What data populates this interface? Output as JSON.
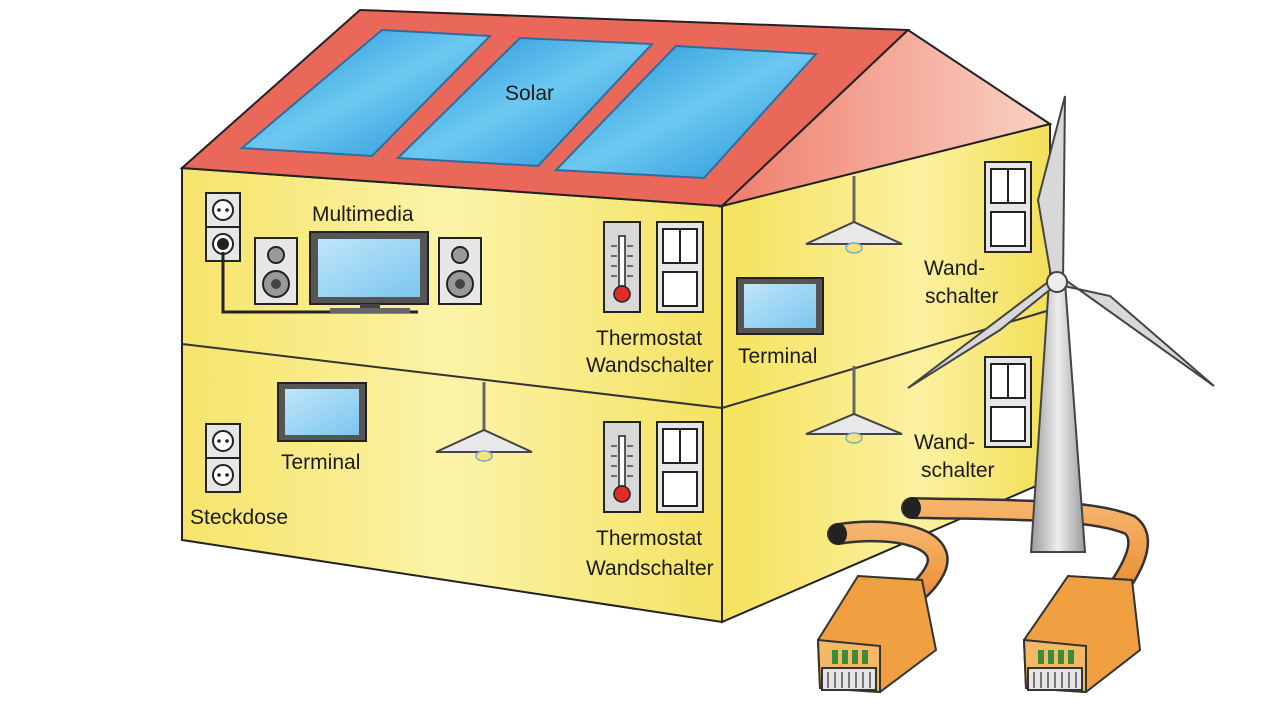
{
  "labels": {
    "solar": "Solar",
    "multimedia": "Multimedia",
    "thermostat_upper": "Thermostat",
    "wandschalter_upper": "Wandschalter",
    "terminal_upper": "Terminal",
    "wand_upper_1": "Wand-",
    "wand_upper_2": "schalter",
    "terminal_lower": "Terminal",
    "steckdose": "Steckdose",
    "thermostat_lower": "Thermostat",
    "wandschalter_lower": "Wandschalter",
    "wand_lower_1": "Wand-",
    "wand_lower_2": "schalter"
  },
  "colors": {
    "wall_front": "#f7ec7a",
    "wall_side": "#f3e460",
    "roof": "#e8685a",
    "roof_light": "#f7c0b0",
    "solar_panel": "#2aa3e0",
    "cable": "#f29a3c",
    "connector": "#f0a040",
    "turbine": "#c8c8c8"
  }
}
